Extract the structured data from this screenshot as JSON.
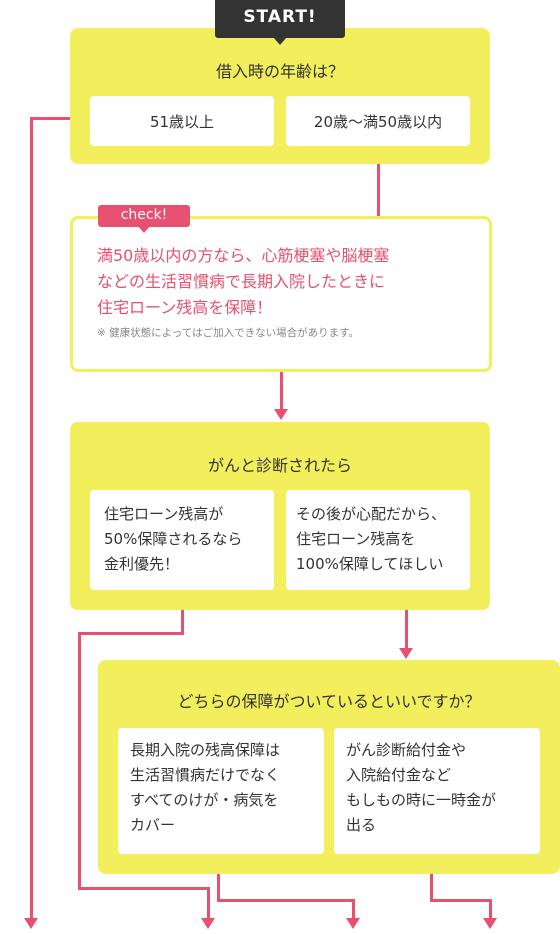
{
  "start_label": "START!",
  "q1": {
    "title": "借入時の年齢は？",
    "options": [
      "51歳以上",
      "20歳〜満50歳以内"
    ]
  },
  "check": {
    "badge": "check!",
    "text": "満50歳以内の方なら、心筋梗塞や脳梗塞\nなどの生活習慣病で長期入院したときに\n住宅ローン残高を保障！",
    "note": "※ 健康状態によってはご加入できない場合があります。"
  },
  "q2": {
    "title": "がんと診断されたら",
    "options": [
      "住宅ローン残高が\n50%保障されるなら\n金利優先！",
      "その後が心配だから、\n住宅ローン残高を\n100%保障してほしい"
    ]
  },
  "q3": {
    "title": "どちらの保障がついているといいですか？",
    "options": [
      "長期入院の残高保障は\n生活習慣病だけでなく\nすべてのけが・病気を\nカバー",
      "がん診断給付金や\n入院給付金など\nもしもの時に一時金が\n出る"
    ]
  },
  "colors": {
    "yellow": "#f3ee5b",
    "pink": "#e8506f",
    "dark": "#333333",
    "white": "#ffffff"
  }
}
